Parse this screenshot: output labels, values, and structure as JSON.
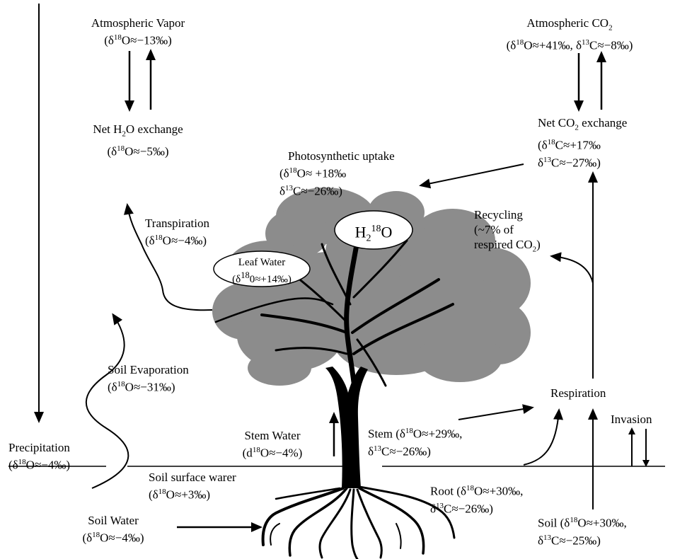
{
  "labels": {
    "atm_vapor": {
      "title": "Atmospheric Vapor",
      "value_pre": "(δ",
      "iso": "18",
      "value": "O≈−13‰)"
    },
    "net_h2o": {
      "title_a": "Net H",
      "title_sub": "2",
      "title_b": "O exchange",
      "value_pre": "(δ",
      "iso": "18",
      "value": "O≈−5‰)"
    },
    "atm_co2": {
      "title_a": "Atmospheric CO",
      "title_sub": "2",
      "value_pre": "(δ",
      "iso": "18",
      "value_mid": "O≈+41‰, δ",
      "iso2": "13",
      "value_end": "C≈−8‰)"
    },
    "net_co2": {
      "title_a": "Net CO",
      "title_sub": "2",
      "title_b": " exchange",
      "v1_pre": "(δ",
      "v1_iso": "18",
      "v1": "C≈+17‰",
      "v2_pre": "δ",
      "v2_iso": "13",
      "v2": "C≈−27‰)"
    },
    "photosynthetic": {
      "title": "Photosynthetic uptake",
      "v1_pre": "(δ",
      "v1_iso": "18",
      "v1": "O≈ +18‰",
      "v2_pre": "δ",
      "v2_iso": "13",
      "v2": "C≈−26‰)"
    },
    "transpiration": {
      "title": "Transpiration",
      "value_pre": "(δ",
      "iso": "18",
      "value": "O≈−4‰)"
    },
    "h218o": {
      "a": "H",
      "sub": "2",
      "sup": "18",
      "b": "O"
    },
    "leaf_water": {
      "title": "Leaf Water",
      "value_pre": "(δ",
      "iso": "18",
      "value": "0≈+14‰)"
    },
    "recycling": {
      "line1": "Recycling",
      "line2": "(~7% of",
      "line3_a": "respired CO",
      "line3_sub": "2",
      "line3_b": ")"
    },
    "soil_evap": {
      "title": "Soil Evaporation",
      "value_pre": "(δ",
      "iso": "18",
      "value": "O≈−31‰)"
    },
    "respiration": {
      "title": "Respiration"
    },
    "invasion": {
      "title": "Invasion"
    },
    "stem_water": {
      "title": "Stem Water",
      "value_pre": "(d",
      "iso": "18",
      "value": "O≈−4%)"
    },
    "stem": {
      "v1_pre": "Stem (δ",
      "v1_iso": "18",
      "v1": "O≈+29‰,",
      "v2_pre": "δ",
      "v2_iso": "13",
      "v2": "C≈−26‰)"
    },
    "precipitation": {
      "title": "Precipitation",
      "value_pre": "(δ",
      "iso": "18",
      "value": "O≈−4‰)"
    },
    "soil_surface": {
      "title": "Soil surface warer",
      "value_pre": "(δ",
      "iso": "18",
      "value": "O≈+3‰)"
    },
    "root": {
      "v1_pre": "Root (δ",
      "v1_iso": "18",
      "v1": "O≈+30‰,",
      "v2_pre": "δ",
      "v2_iso": "13",
      "v2": "C≈−26‰)"
    },
    "soil_water": {
      "title": "Soil Water",
      "value_pre": "(δ",
      "iso": "18",
      "value": "O≈−4‰)"
    },
    "soil": {
      "v1_pre": "Soil (δ",
      "v1_iso": "18",
      "v1": "O≈+30‰,",
      "v2_pre": "δ",
      "v2_iso": "13",
      "v2": "C≈−25‰)"
    }
  },
  "colors": {
    "canopy": "#8c8c8c",
    "ink": "#000000",
    "background": "#ffffff"
  }
}
